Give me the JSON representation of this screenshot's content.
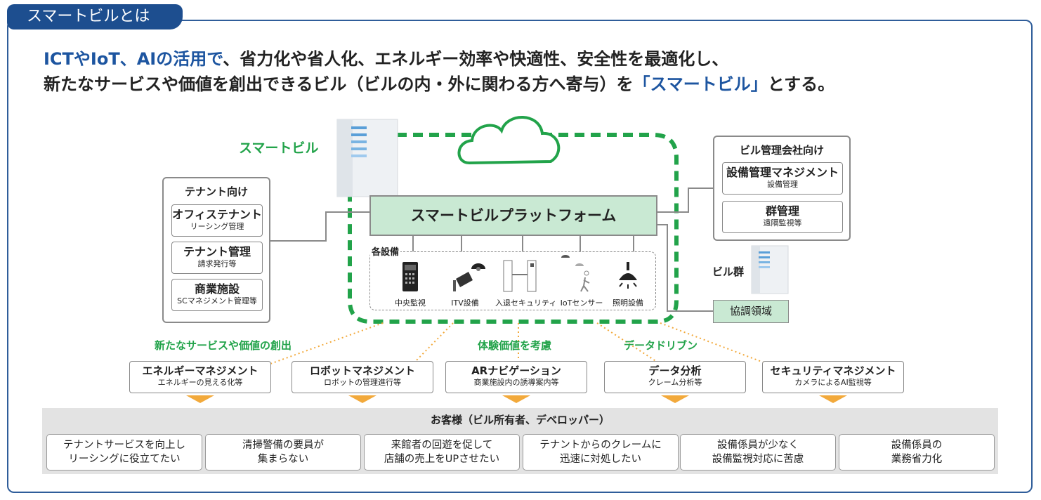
{
  "section_title": "スマートビルとは",
  "headline": {
    "line1_blue": "ICTやIoT、AIの活用で",
    "line1_rest": "、省力化や省人化、エネルギー効率や快適性、安全性を最適化し、",
    "line2_pre": "新たなサービスや価値を創出できるビル（ビルの内・外に関わる方へ寄与）を",
    "line2_blue": "「スマートビル」",
    "line2_post": "とする。"
  },
  "smart_building_label": "スマートビル",
  "platform": "スマートビルプラットフォーム",
  "tenant_group": {
    "title": "テナント向け",
    "items": [
      {
        "title": "オフィステナント",
        "sub": "リーシング管理"
      },
      {
        "title": "テナント管理",
        "sub": "請求発行等"
      },
      {
        "title": "商業施設",
        "sub": "SCマネジメント管理等"
      }
    ]
  },
  "mgmt_group": {
    "title": "ビル管理会社向け",
    "items": [
      {
        "title": "設備管理マネジメント",
        "sub": "設備管理"
      },
      {
        "title": "群管理",
        "sub": "遠隔監視等"
      }
    ]
  },
  "building_group_label": "ビル群",
  "collab_label": "協調領域",
  "equipment": {
    "title": "各設備",
    "items": [
      "中央監視",
      "ITV設備",
      "入退セキュリティ",
      "IoTセンサー",
      "照明設備"
    ]
  },
  "green_labels": [
    "新たなサービスや価値の創出",
    "体験価値を考慮",
    "データドリブン"
  ],
  "services": [
    {
      "title": "エネルギーマネジメント",
      "sub": "エネルギーの見える化等"
    },
    {
      "title": "ロボットマネジメント",
      "sub": "ロボットの管理進行等"
    },
    {
      "title": "ARナビゲーション",
      "sub": "商業施設内の誘導案内等"
    },
    {
      "title": "データ分析",
      "sub": "クレーム分析等"
    },
    {
      "title": "セキュリティマネジメント",
      "sub": "カメラによるAI監視等"
    }
  ],
  "customers": {
    "title": "お客様（ビル所有者、デベロッパー）",
    "needs": [
      {
        "line1": "テナントサービスを向上し",
        "line2": "リーシングに役立てたい"
      },
      {
        "line1": "清掃警備の要員が",
        "line2": "集まらない"
      },
      {
        "line1": "来館者の回遊を促して",
        "line2": "店舗の売上をUPさせたい"
      },
      {
        "line1": "テナントからのクレームに",
        "line2": "迅速に対処したい"
      },
      {
        "line1": "設備係員が少なく",
        "line2": "設備監視対応に苦慮"
      },
      {
        "line1": "設備係員の",
        "line2": "業務省力化"
      }
    ]
  },
  "colors": {
    "brand_blue": "#1d4e8f",
    "accent_green": "#22a34a",
    "platform_fill": "#c9e9d3",
    "arrow_orange": "#f2a93b",
    "frame": "#2f5d9a"
  }
}
